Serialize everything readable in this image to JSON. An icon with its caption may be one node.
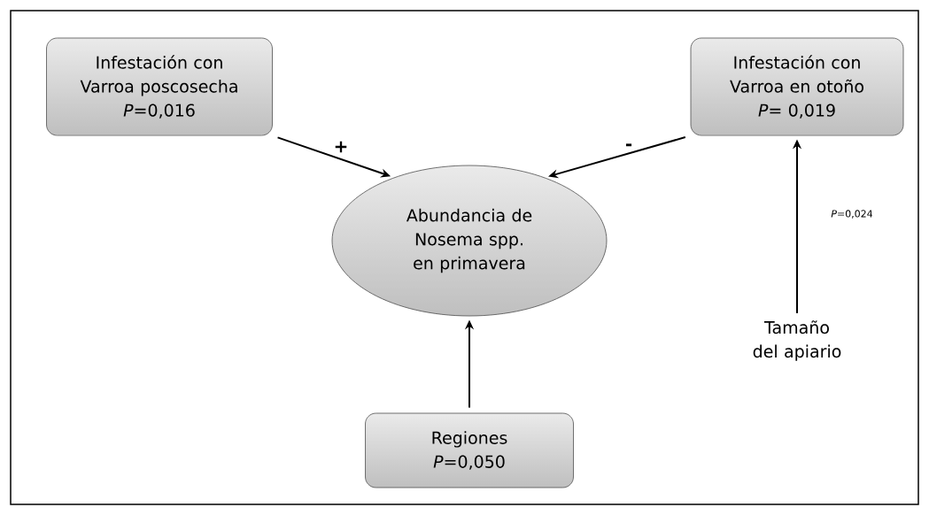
{
  "diagram": {
    "nodes": [
      {
        "text": [
          "Infestación con Varroa poscosecha",
          "*P*=0,016"
        ]
      },
      {
        "text": [
          "Infestación con Varroa en otoño",
          "*P*= 0,019"
        ]
      },
      {
        "text": [
          "Abundancia de Nosema spp. en primavera"
        ]
      },
      {
        "text": [
          "Tamaño del apiario"
        ]
      },
      {
        "text": [
          "Regiones",
          "*P*=0,050"
        ]
      }
    ],
    "edges": [
      {
        "from": 0,
        "to": 2,
        "arrow": "to",
        "label": "+"
      },
      {
        "from": 1,
        "to": 2,
        "arrow": "to",
        "label": "-"
      },
      {
        "from": 3,
        "to": 1,
        "arrow": "to",
        "label": "*P*=0,024"
      },
      {
        "from": 4,
        "to": 2,
        "arrow": "to"
      }
    ]
  }
}
